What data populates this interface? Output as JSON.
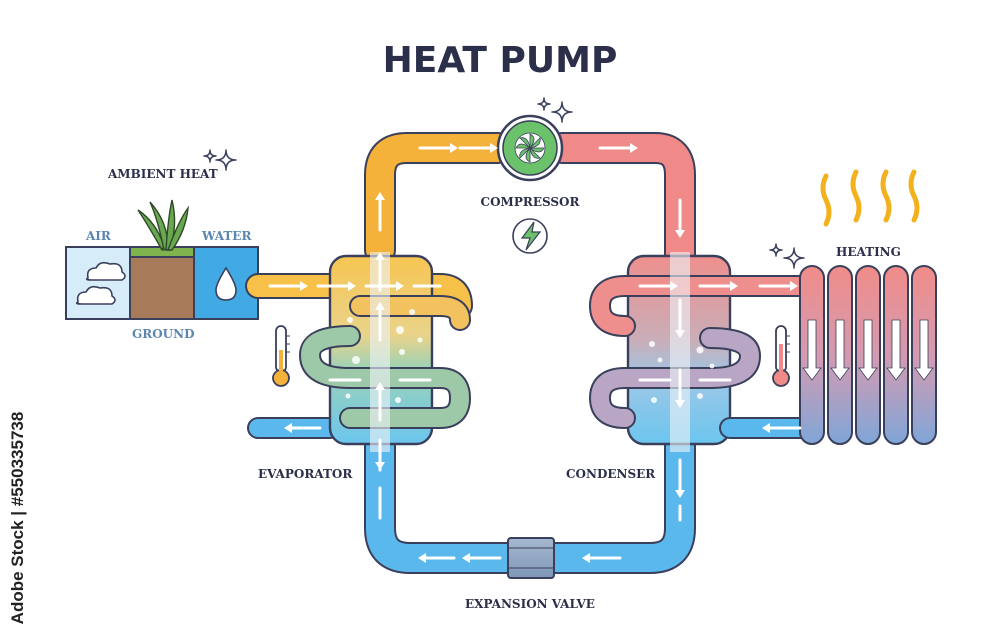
{
  "title": "HEAT PUMP",
  "labels": {
    "ambient_heat": "AMBIENT HEAT",
    "air": "AIR",
    "water": "WATER",
    "ground": "GROUND",
    "compressor": "COMPRESSOR",
    "heating": "HEATING",
    "evaporator": "EVAPORATOR",
    "condenser": "CONDENSER",
    "expansion_valve": "EXPANSION VALVE"
  },
  "stock_id": "Adobe Stock | #550335738",
  "colors": {
    "warm_pipe": "#f5b23a",
    "hot_pipe": "#ef8a89",
    "cold_pipe": "#5ab8ec",
    "mid_pipe": "#8fbf90",
    "compressor_green": "#6cc26a",
    "outline": "#3a3f5c",
    "label": "#2b2f4a",
    "source_label": "#5b86b0"
  },
  "icons": [
    "sparkle-icon",
    "cloud-icon",
    "grass-icon",
    "water-drop-icon",
    "fan-icon",
    "lightning-icon",
    "thermometer-icon",
    "heat-wave-icon",
    "arrow-icon"
  ]
}
